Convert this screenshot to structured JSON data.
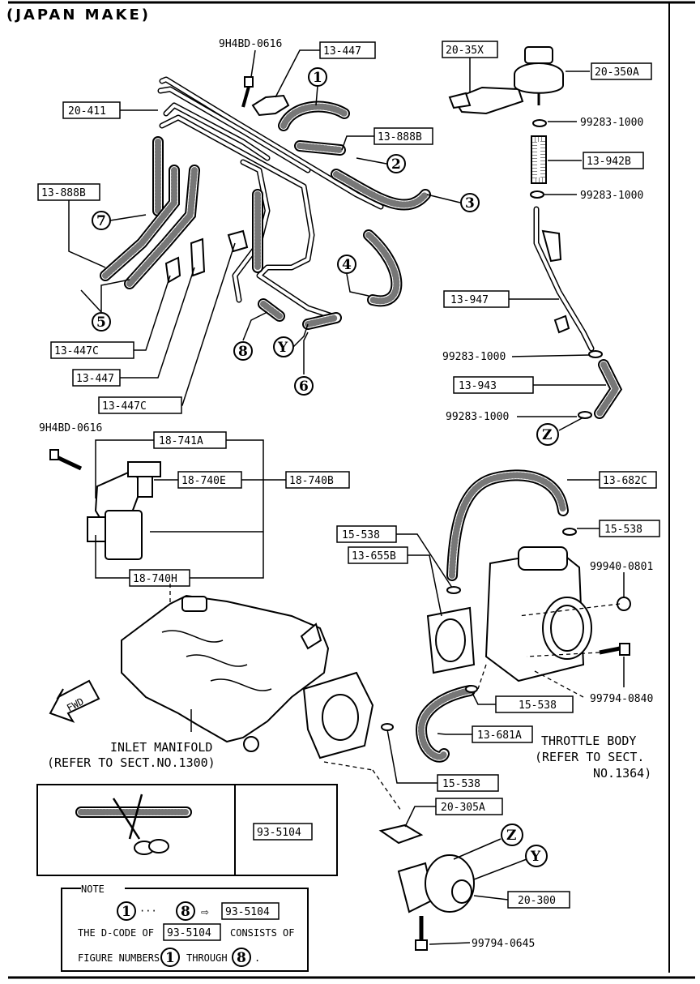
{
  "header": {
    "title": "(JAPAN MAKE)"
  },
  "upper_left": {
    "bolt_code": "9H4BD-0616",
    "box_13_447_top": "13-447",
    "box_20_411": "20-411",
    "box_13_888B_right": "13-888B",
    "box_13_888B_left": "13-888B",
    "box_13_447C_a": "13-447C",
    "box_13_447_b": "13-447",
    "box_13_447C_b": "13-447C",
    "callouts": [
      "1",
      "2",
      "3",
      "4",
      "5",
      "6",
      "7",
      "8"
    ],
    "callout_Y": "Y"
  },
  "upper_right": {
    "box_20_35X": "20-35X",
    "box_20_350A": "20-350A",
    "clamp_1": "99283-1000",
    "box_13_942B": "13-942B",
    "clamp_2": "99283-1000",
    "box_13_947": "13-947",
    "clamp_3": "99283-1000",
    "box_13_943": "13-943",
    "clamp_4": "99283-1000",
    "callout_Z": "Z"
  },
  "middle_left": {
    "bolt_code": "9H4BD-0616",
    "box_18_741A": "18-741A",
    "box_18_740E": "18-740E",
    "box_18_740B": "18-740B",
    "box_18_740H": "18-740H"
  },
  "middle_right": {
    "box_13_682C": "13-682C",
    "box_15_538_a": "15-538",
    "box_15_538_b": "15-538",
    "box_13_655B": "13-655B",
    "nut_code": "99940-0801",
    "bolt_code": "99794-0840",
    "box_15_538_c": "15-538",
    "box_13_681A": "13-681A",
    "box_15_538_d": "15-538",
    "throttle_body": [
      "THROTTLE BODY",
      "(REFER TO SECT.",
      "NO.1364)"
    ]
  },
  "manifold": {
    "fwd_label": "FWD",
    "inlet_label": "INLET MANIFOLD",
    "inlet_ref": "(REFER TO SECT.NO.1300)"
  },
  "bottom": {
    "box_93_5104_kit": "93-5104",
    "box_20_305A": "20-305A",
    "callout_Z": "Z",
    "callout_Y": "Y",
    "box_20_300": "20-300",
    "bolt_code": "99794-0645"
  },
  "note": {
    "title": "NOTE",
    "from_num": "1",
    "dots": "···",
    "to_num": "8",
    "arrow": "⇨",
    "code": "93-5104",
    "line2_a": "THE D-CODE OF",
    "line2_code": "93-5104",
    "line2_b": "CONSISTS OF",
    "line3_a": "FIGURE NUMBERS",
    "line3_num1": "1",
    "line3_b": "THROUGH",
    "line3_num2": "8",
    "line3_end": "."
  }
}
